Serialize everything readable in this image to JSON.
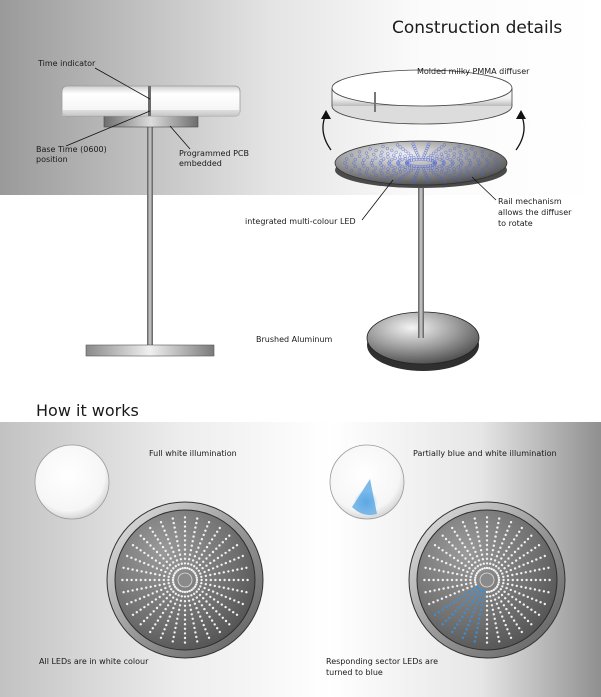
{
  "construction": {
    "title": "Construction details",
    "labels": {
      "time_indicator": "Time indicator",
      "base_time_line1": "Base Time (0600)",
      "base_time_line2": "position",
      "pcb_line1": "Programmed PCB",
      "pcb_line2": "embedded",
      "diffuser": "Molded milky PMMA diffuser",
      "led": "integrated multi-colour LED",
      "rail_line1": "Rail mechanism",
      "rail_line2": "allows the diffuser",
      "rail_line3": "to rotate",
      "aluminum": "Brushed Aluminum"
    }
  },
  "how_it_works": {
    "title": "How it works",
    "labels": {
      "full_white": "Full white illumination",
      "partial_blue": "Partially blue and white illumination",
      "all_white": "All LEDs are in white colour",
      "sector_line1": "Responding sector LEDs are",
      "sector_line2": "turned to blue"
    }
  },
  "colors": {
    "led_white": "#f2f2f2",
    "led_blue": "#3a8fd8",
    "metal_dark": "#3c3c3c"
  }
}
